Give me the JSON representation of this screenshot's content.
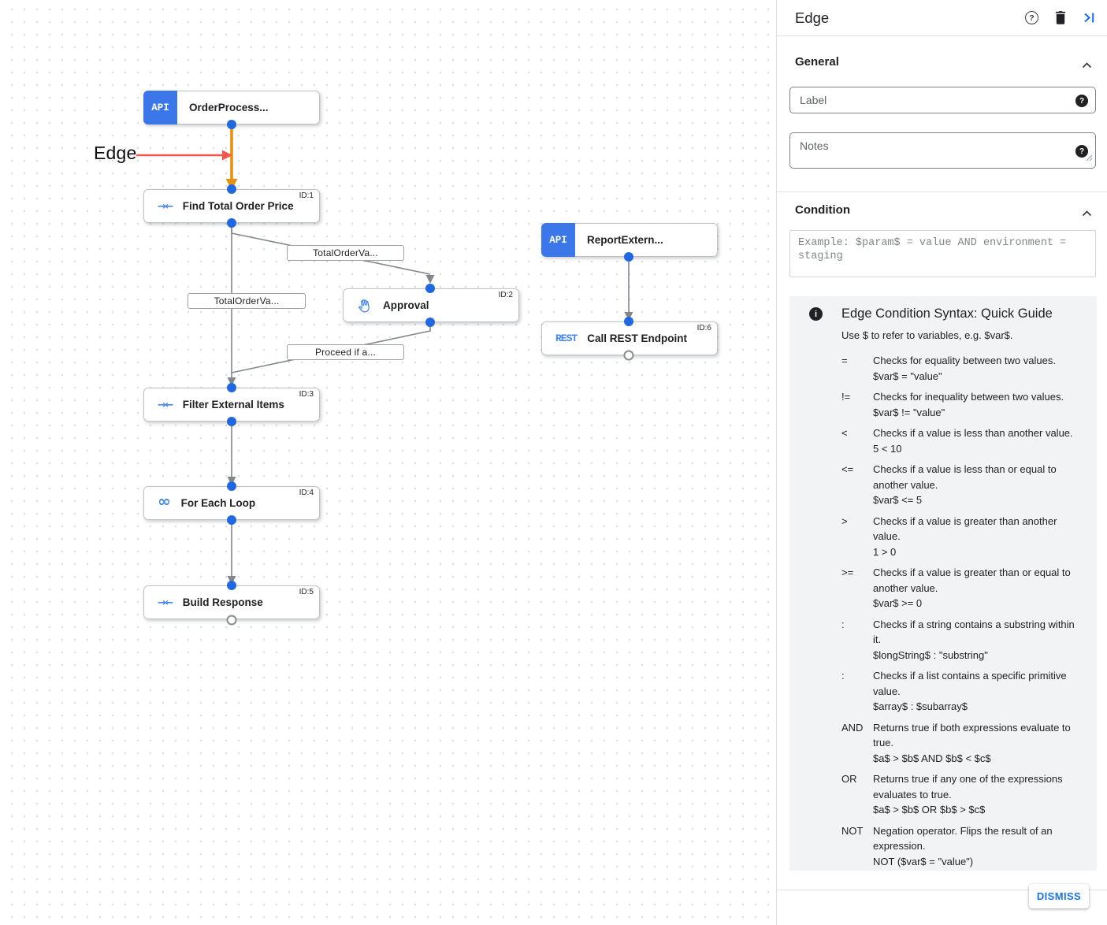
{
  "canvas": {
    "annotation": {
      "label": "Edge"
    },
    "icon_texts": {
      "api": "API",
      "rest": "REST"
    },
    "nodes": [
      {
        "label": "OrderProcess...",
        "id": "",
        "icon": "api"
      },
      {
        "label": "Find Total Order Price",
        "id": "ID:1",
        "icon": "mapping"
      },
      {
        "label": "Approval",
        "id": "ID:2",
        "icon": "hand"
      },
      {
        "label": "ReportExtern...",
        "id": "",
        "icon": "api"
      },
      {
        "label": "Call REST Endpoint",
        "id": "ID:6",
        "icon": "rest"
      },
      {
        "label": "Filter External Items",
        "id": "ID:3",
        "icon": "mapping"
      },
      {
        "label": "For Each Loop",
        "id": "ID:4",
        "icon": "loop"
      },
      {
        "label": "Build Response",
        "id": "ID:5",
        "icon": "mapping"
      }
    ],
    "edge_labels": [
      "TotalOrderVa...",
      "TotalOrderVa...",
      "Proceed if a..."
    ]
  },
  "panel": {
    "title": "Edge",
    "sections": {
      "general": "General",
      "condition": "Condition"
    },
    "fields": {
      "label_placeholder": "Label",
      "notes_placeholder": "Notes",
      "condition_placeholder": "Example: $param$ = value AND environment = staging"
    },
    "guide": {
      "title": "Edge Condition Syntax: Quick Guide",
      "subtitle": "Use $ to refer to variables, e.g. $var$.",
      "items": [
        {
          "op": "=",
          "desc": "Checks for equality between two values.",
          "example": "$var$ = \"value\""
        },
        {
          "op": "!=",
          "desc": "Checks for inequality between two values.",
          "example": "$var$ != \"value\""
        },
        {
          "op": "<",
          "desc": "Checks if a value is less than another value.",
          "example": "5 < 10"
        },
        {
          "op": "<=",
          "desc": "Checks if a value is less than or equal to another value.",
          "example": "$var$ <= 5"
        },
        {
          "op": ">",
          "desc": "Checks if a value is greater than another value.",
          "example": "1 > 0"
        },
        {
          "op": ">=",
          "desc": "Checks if a value is greater than or equal to another value.",
          "example": "$var$ >= 0"
        },
        {
          "op": ":",
          "desc": "Checks if a string contains a substring within it.",
          "example": "$longString$ : \"substring\""
        },
        {
          "op": ":",
          "desc": "Checks if a list contains a specific primitive value.",
          "example": "$array$ : $subarray$"
        },
        {
          "op": "AND",
          "desc": "Returns true if both expressions evaluate to true.",
          "example": "$a$ > $b$ AND $b$ < $c$"
        },
        {
          "op": "OR",
          "desc": "Returns true if any one of the expressions evaluates to true.",
          "example": "$a$ > $b$ OR $b$ > $c$"
        },
        {
          "op": "NOT",
          "desc": "Negation operator. Flips the result of an expression.",
          "example": "NOT ($var$ = \"value\")"
        }
      ]
    },
    "dismiss_label": "DISMISS"
  },
  "colors": {
    "accent_blue": "#1a73e8",
    "node_icon_blue": "#4285f4",
    "api_block_blue": "#3b77e8",
    "selected_edge_orange": "#e8910c",
    "annotation_arrow_red": "#f4564c",
    "edge_gray": "#82878d"
  }
}
